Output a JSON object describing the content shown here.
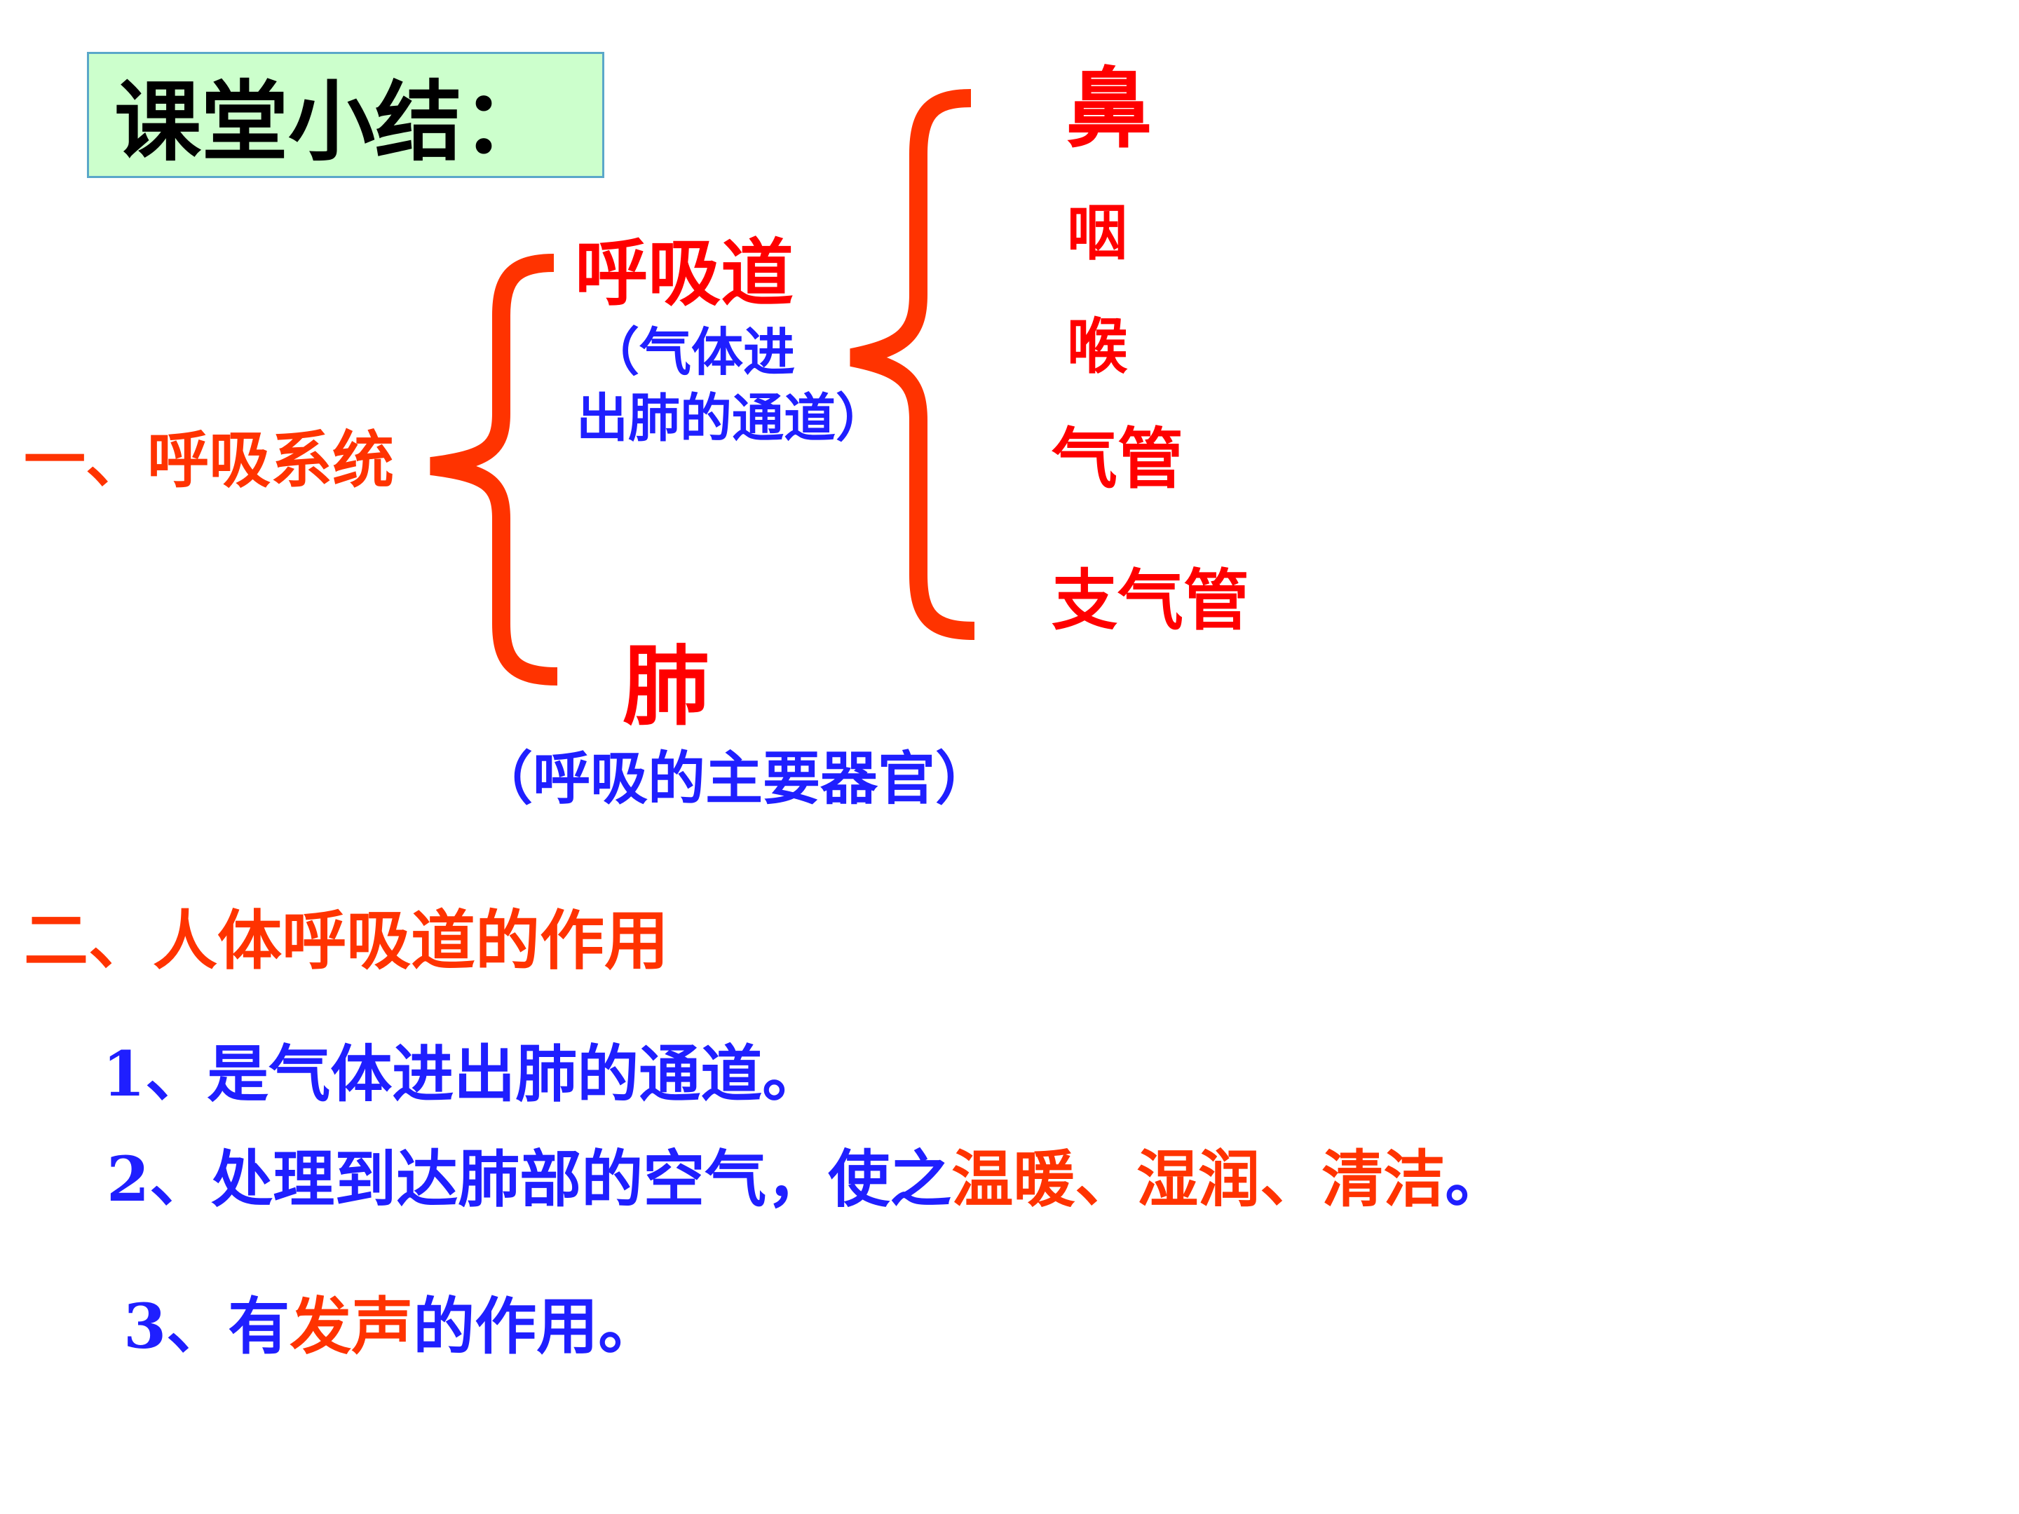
{
  "title": "课堂小结：",
  "section1": {
    "heading": "一、呼吸系统",
    "tract": "呼吸道",
    "tract_note_line1": "（气体进",
    "tract_note_line2": "出肺的通道）",
    "tract_parts": [
      "鼻",
      "咽",
      "喉",
      "气管",
      "支气管"
    ],
    "lung": "肺",
    "lung_note": "（呼吸的主要器官）"
  },
  "section2": {
    "heading": "二、人体呼吸道的作用",
    "item1": "1、是气体进出肺的通道。",
    "item2_prefix": "2、处理到达肺部的空气，使之",
    "item2_highlight": "温暖、湿润、清洁",
    "item2_end": "。",
    "item3_prefix": "3、有",
    "item3_highlight": "发声",
    "item3_suffix": "的作用。"
  },
  "colors": {
    "brace": "#ff3300",
    "red": "#ff0000",
    "orange": "#ff3300",
    "blue": "#1f1fff",
    "title_bg": "#ccffcc"
  }
}
